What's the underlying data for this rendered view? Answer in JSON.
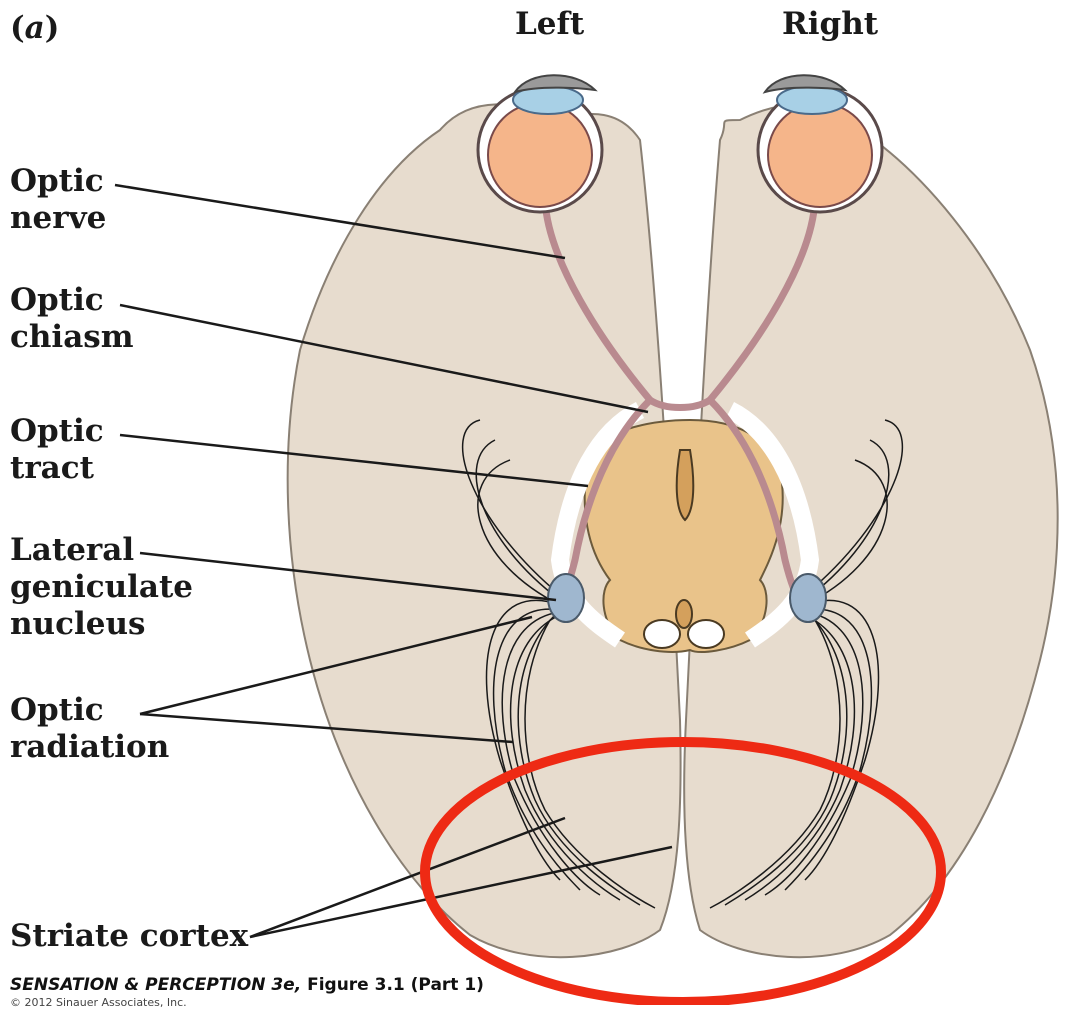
{
  "panel": {
    "open": "(",
    "letter": "a",
    "close": ")"
  },
  "headers": {
    "left": "Left",
    "right": "Right"
  },
  "labels": {
    "optic_nerve": "Optic\nnerve",
    "optic_chiasm": "Optic\nchiasm",
    "optic_tract": "Optic\ntract",
    "lgn": "Lateral\ngeniculate\nnucleus",
    "optic_radiation": "Optic\nradiation",
    "striate_cortex": "Striate cortex"
  },
  "caption": {
    "title": "SENSATION & PERCEPTION 3e,",
    "figure": " Figure 3.1 (Part 1)",
    "copyright": "© 2012 Sinauer Associates, Inc."
  },
  "colors": {
    "brain": "#e7dcce",
    "brain_outline": "#8a8074",
    "midbrain": "#e9c38a",
    "eye": "#f5b58a",
    "lgn": "#9fb7cf",
    "nerve": "#b98a8f",
    "highlight": "#ee2a14"
  }
}
